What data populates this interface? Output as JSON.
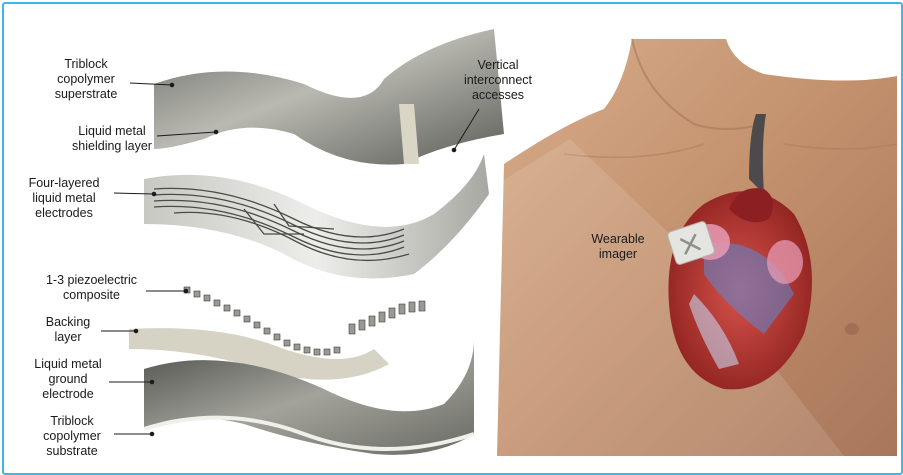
{
  "labels": {
    "superstrate": [
      "Triblock",
      "copolymer",
      "superstrate"
    ],
    "shielding": [
      "Liquid metal",
      "shielding layer"
    ],
    "vertical": [
      "Vertical",
      "interconnect",
      "accesses"
    ],
    "electrodes": [
      "Four-layered",
      "liquid metal",
      "electrodes"
    ],
    "piezo": [
      "1-3 piezoelectric",
      "composite"
    ],
    "backing": [
      "Backing",
      "layer"
    ],
    "ground": [
      "Liquid metal",
      "ground",
      "electrode"
    ],
    "substrate": [
      "Triblock",
      "copolymer",
      "substrate"
    ],
    "imager": [
      "Wearable",
      "imager"
    ]
  },
  "colors": {
    "frame_border": "#3fb6e6",
    "skin": "#c99a78",
    "heart": "#b8322e",
    "vessel": "#3f5fb8",
    "metal": "#8f8f8a"
  }
}
